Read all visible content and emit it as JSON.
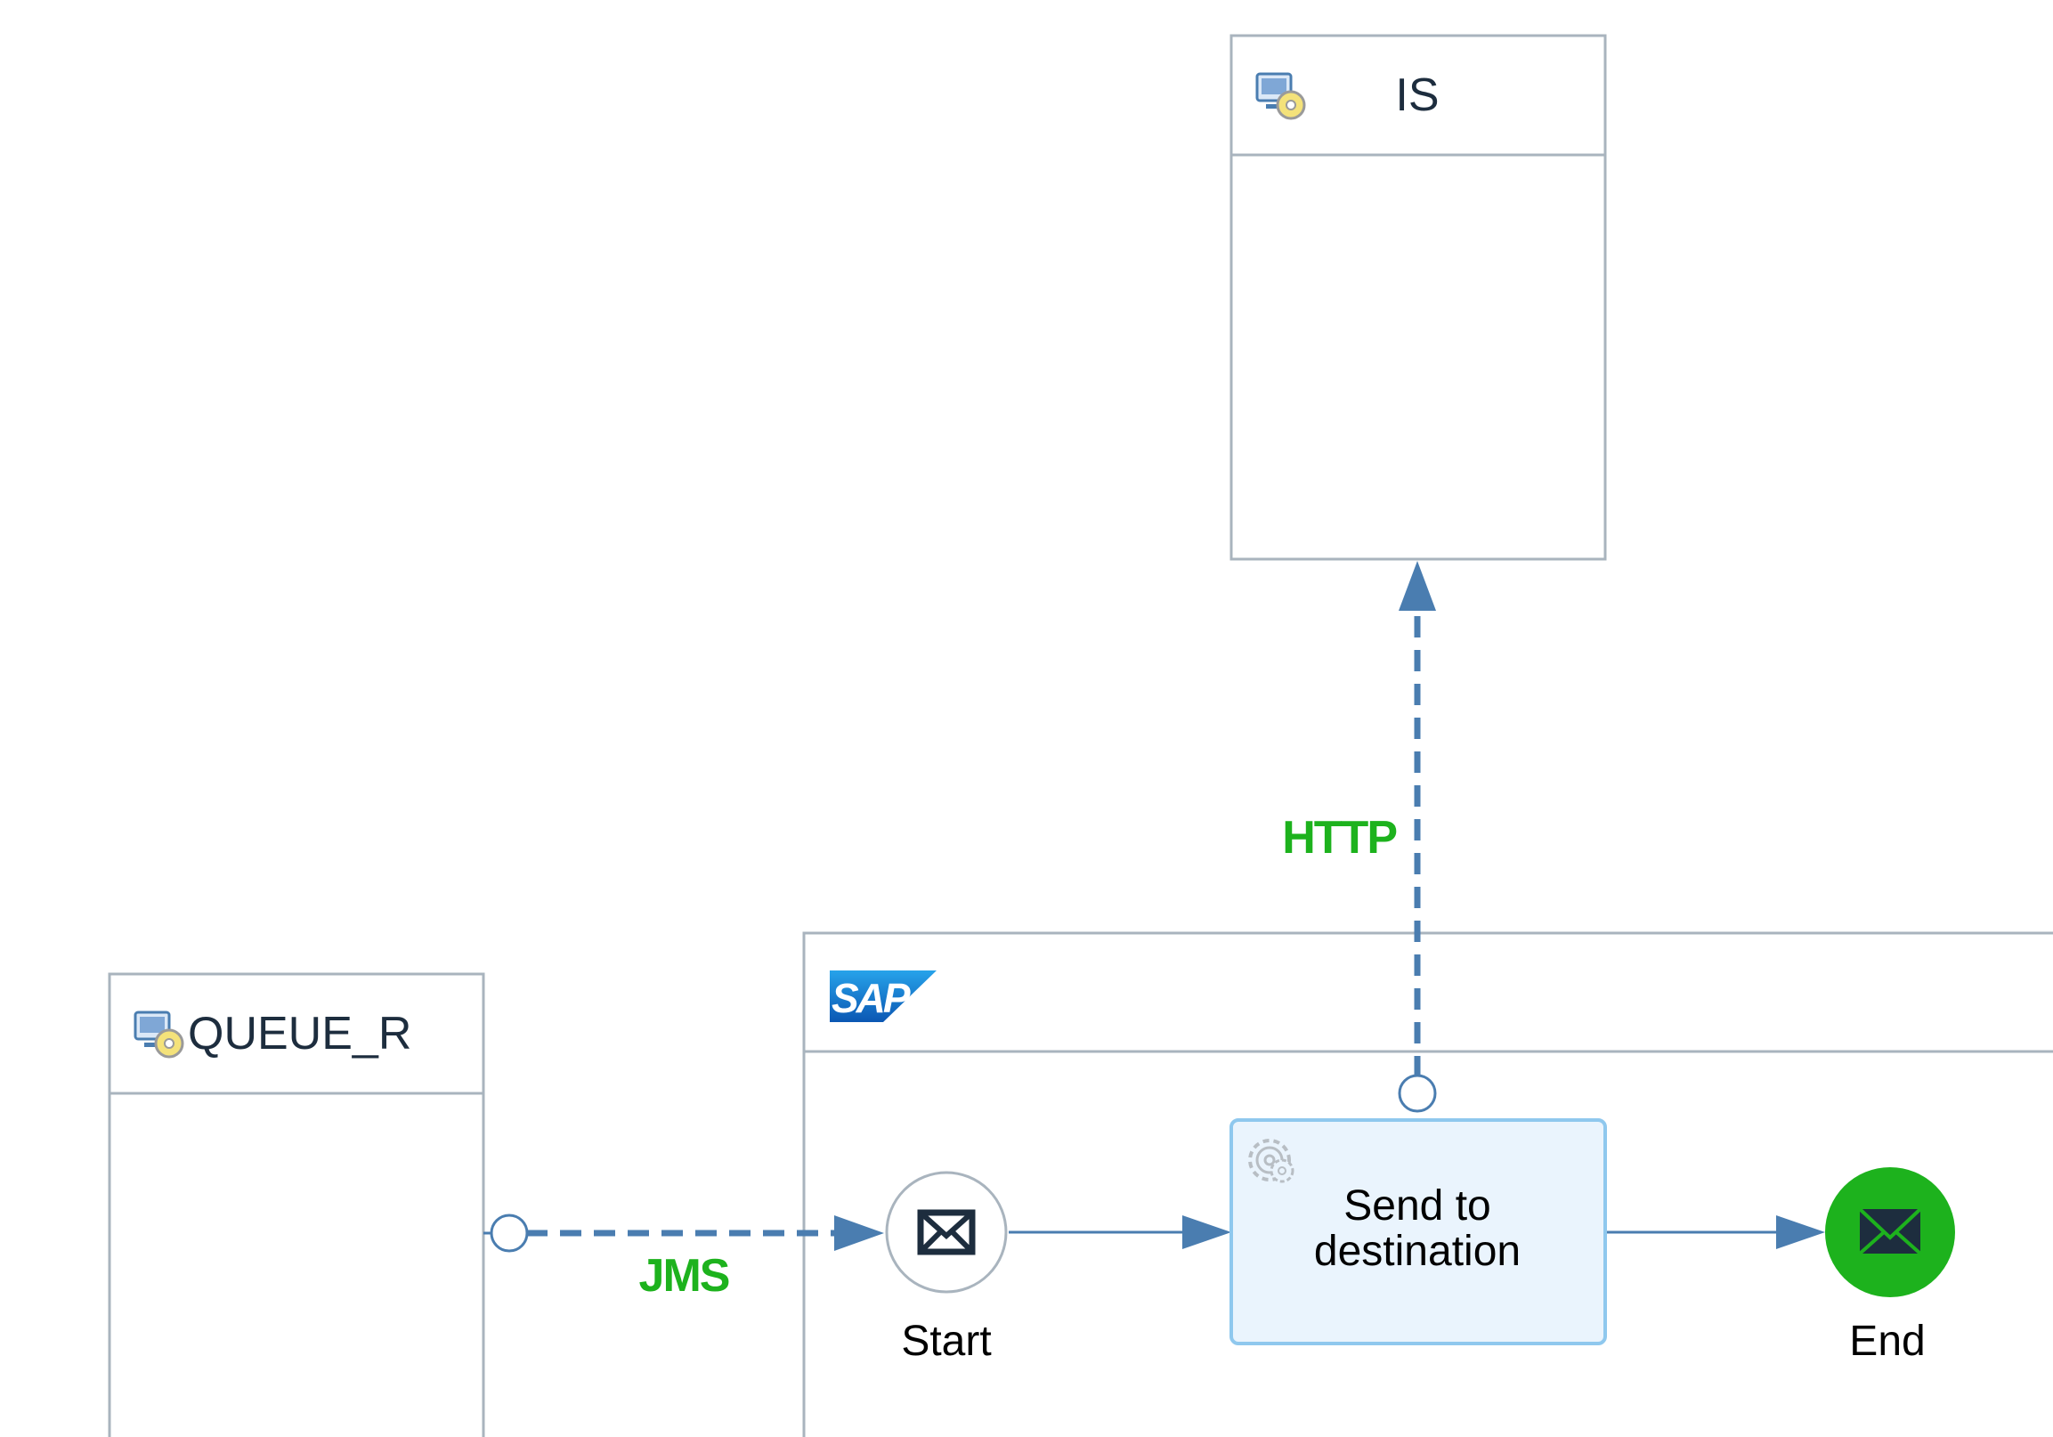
{
  "participants": {
    "is": {
      "title": "IS",
      "icon": "system-participant-icon"
    },
    "queue": {
      "title": "QUEUE_R",
      "icon": "system-participant-icon"
    }
  },
  "integration_process": {
    "logo_text": "SAP",
    "start_label": "Start",
    "step_line1": "Send to",
    "step_line2": "destination",
    "end_label": "End"
  },
  "connections": {
    "http_label": "HTTP",
    "jms_label": "JMS"
  },
  "colors": {
    "connection": "#4a7db0",
    "adapter_label": "#1db21d",
    "end_event": "#1db21d",
    "box_border": "#a9b4be",
    "step_fill": "#eaf4fd",
    "step_border": "#8fc8ee",
    "sap_blue": "#1f6ebf"
  }
}
